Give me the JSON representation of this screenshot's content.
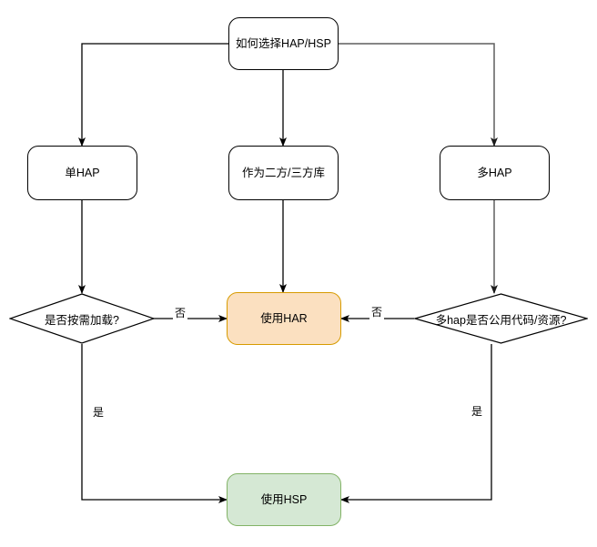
{
  "diagram": {
    "title": "HAP/HSP selection flowchart",
    "colors": {
      "line": "#000000",
      "line_gray": "#666666",
      "har_fill": "#fbe0c0",
      "har_stroke": "#d79b00",
      "hsp_fill": "#d5e8d4",
      "hsp_stroke": "#82b366",
      "node_fill": "#ffffff",
      "node_stroke": "#000000",
      "text": "#000000"
    },
    "nodes": {
      "root": {
        "label": "如何选择HAP/HSP",
        "shape": "rounded-rect"
      },
      "single_hap": {
        "label": "单HAP",
        "shape": "rounded-rect"
      },
      "as_library": {
        "label": "作为二方/三方库",
        "shape": "rounded-rect"
      },
      "multi_hap": {
        "label": "多HAP",
        "shape": "rounded-rect"
      },
      "lazy_load_decision": {
        "label": "是否按需加载?",
        "shape": "diamond"
      },
      "shared_code_decision": {
        "label": "多hap是否公用代码/资源?",
        "shape": "diamond"
      },
      "use_har": {
        "label": "使用HAR",
        "shape": "rounded-rect"
      },
      "use_hsp": {
        "label": "使用HSP",
        "shape": "rounded-rect"
      }
    },
    "edge_labels": {
      "lazy_no": "否",
      "lazy_yes": "是",
      "shared_no": "否",
      "shared_yes": "是"
    }
  }
}
